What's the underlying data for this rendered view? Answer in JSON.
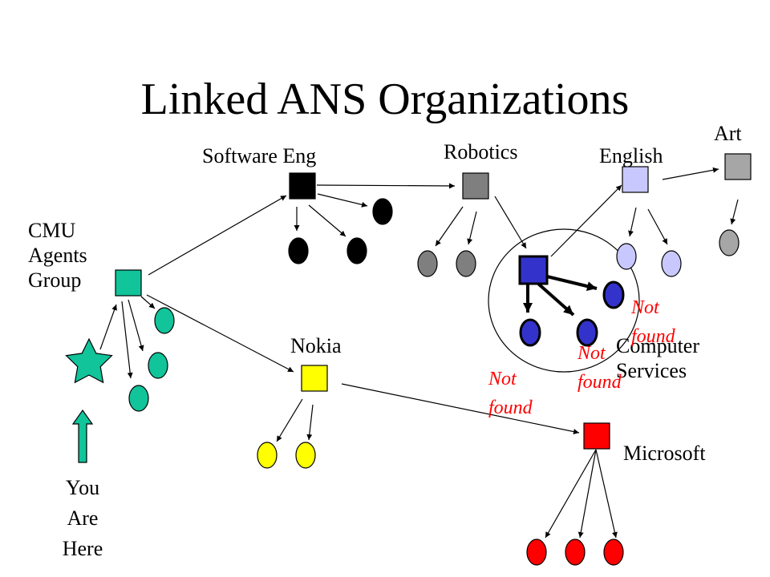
{
  "title": "Linked ANS Organizations",
  "labels": {
    "cmu": [
      "CMU",
      "Agents",
      "Group"
    ],
    "software_eng": "Software Eng",
    "robotics": "Robotics",
    "english": "English",
    "art": "Art",
    "nokia": "Nokia",
    "computer_services": [
      "Computer",
      "Services"
    ],
    "microsoft": "Microsoft",
    "you_are_here": [
      "You",
      "Are",
      "Here"
    ]
  },
  "not_found": [
    "Not",
    "found"
  ],
  "colors": {
    "cmu": "#11c49a",
    "software_eng": "#000000",
    "robotics": "#7f7f7f",
    "english": "#c8c8ff",
    "art": "#a6a6a6",
    "computer_services": "#3333cc",
    "nokia": "#ffff00",
    "microsoft": "#ff0000",
    "not_found_text": "#ff0000"
  }
}
